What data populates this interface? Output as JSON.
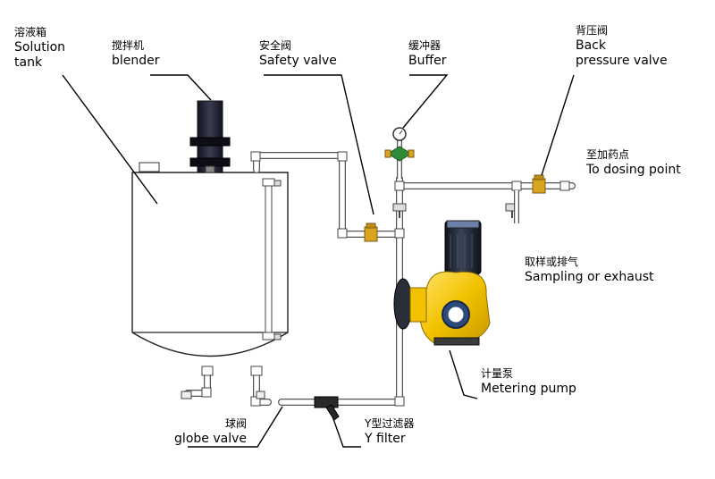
{
  "labels": {
    "solution_tank": {
      "zh": "溶液箱",
      "en1": "Solution",
      "en2": "tank"
    },
    "blender": {
      "zh": "搅拌机",
      "en": "blender"
    },
    "safety_valve": {
      "zh": "安全阀",
      "en": "Safety valve"
    },
    "buffer": {
      "zh": "缓冲器",
      "en": "Buffer"
    },
    "back_pressure_valve": {
      "zh": "背压阀",
      "en1": "Back",
      "en2": "pressure valve"
    },
    "dosing_point": {
      "zh": "至加药点",
      "en": "To dosing point"
    },
    "sampling": {
      "zh": "取样或排气",
      "en": "Sampling or exhaust"
    },
    "metering_pump": {
      "zh": "计量泵",
      "en": "Metering pump"
    },
    "globe_valve": {
      "zh": "球阀",
      "en": "globe valve"
    },
    "y_filter": {
      "zh": "Y型过滤器",
      "en": "Y filter"
    }
  },
  "colors": {
    "pipe": "#ffffff",
    "pipe_stroke": "#555555",
    "pump_yellow": "#f2c200",
    "motor_dark": "#1d2430",
    "blender_dark": "#1f2130",
    "valve_brass": "#d9a520",
    "buffer_green": "#2e8b3a",
    "leader": "#000000"
  }
}
